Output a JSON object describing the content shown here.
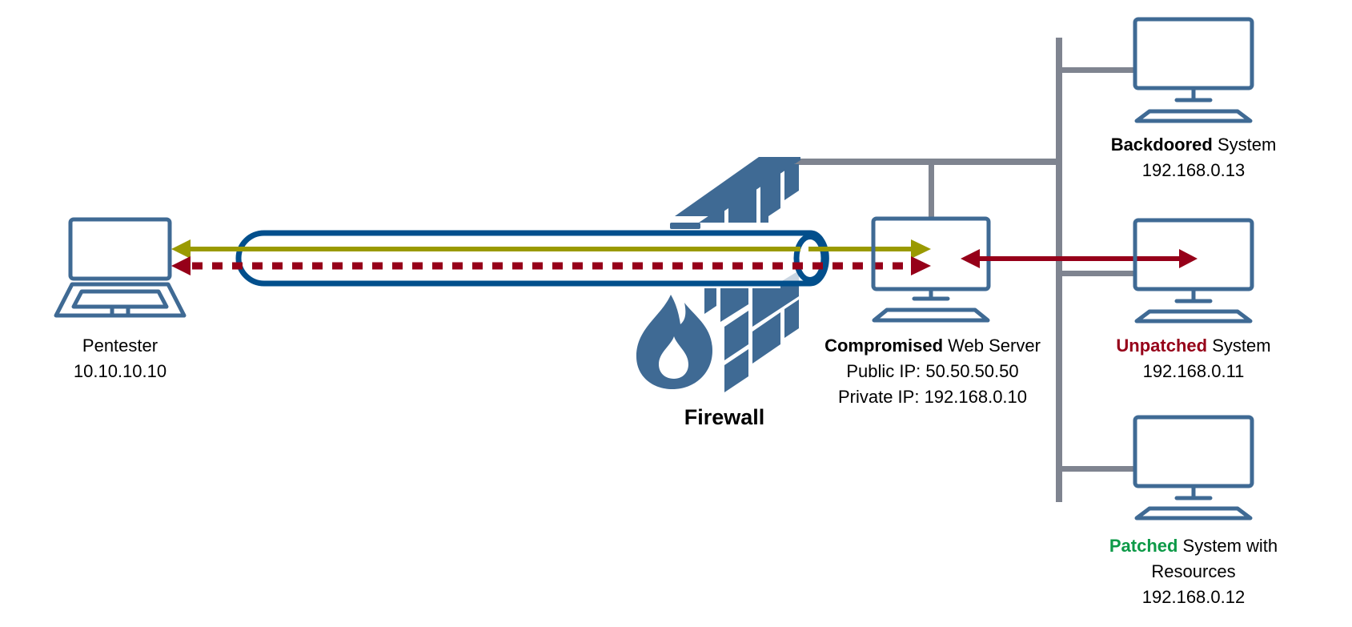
{
  "colors": {
    "device": "#3F6A94",
    "tunnel": "#024F8C",
    "network": "#7F8490",
    "reverse_shell": "#9A9A00",
    "exploit": "#960019",
    "compromised": "#000000",
    "backdoored": "#000000",
    "unpatched": "#960019",
    "patched": "#0D9A48"
  },
  "nodes": {
    "pentester": {
      "icon": "laptop-icon",
      "name": "Pentester",
      "ip": "10.10.10.10"
    },
    "firewall": {
      "icon": "firewall-icon",
      "name": "Firewall"
    },
    "web_server": {
      "icon": "desktop-icon",
      "status": "Compromised",
      "name": " Web Server",
      "public_ip": "Public IP: 50.50.50.50",
      "private_ip": "Private IP: 192.168.0.10"
    },
    "backdoored": {
      "icon": "desktop-icon",
      "status": "Backdoored",
      "name": " System",
      "ip": "192.168.0.13"
    },
    "unpatched": {
      "icon": "desktop-icon",
      "status": "Unpatched",
      "name": " System",
      "ip": "192.168.0.11"
    },
    "patched": {
      "icon": "desktop-icon",
      "status": "Patched",
      "name": " System with",
      "name_line2": "Resources",
      "ip": "192.168.0.12"
    }
  },
  "edges": [
    {
      "from": "web_server",
      "to": "pentester",
      "style": "solid",
      "color": "reverse_shell",
      "via": "tunnel"
    },
    {
      "from": "pentester",
      "to": "web_server",
      "style": "dashed",
      "color": "exploit",
      "via": "tunnel"
    },
    {
      "from": "web_server",
      "to": "unpatched",
      "style": "solid-bidirectional",
      "color": "exploit"
    }
  ]
}
